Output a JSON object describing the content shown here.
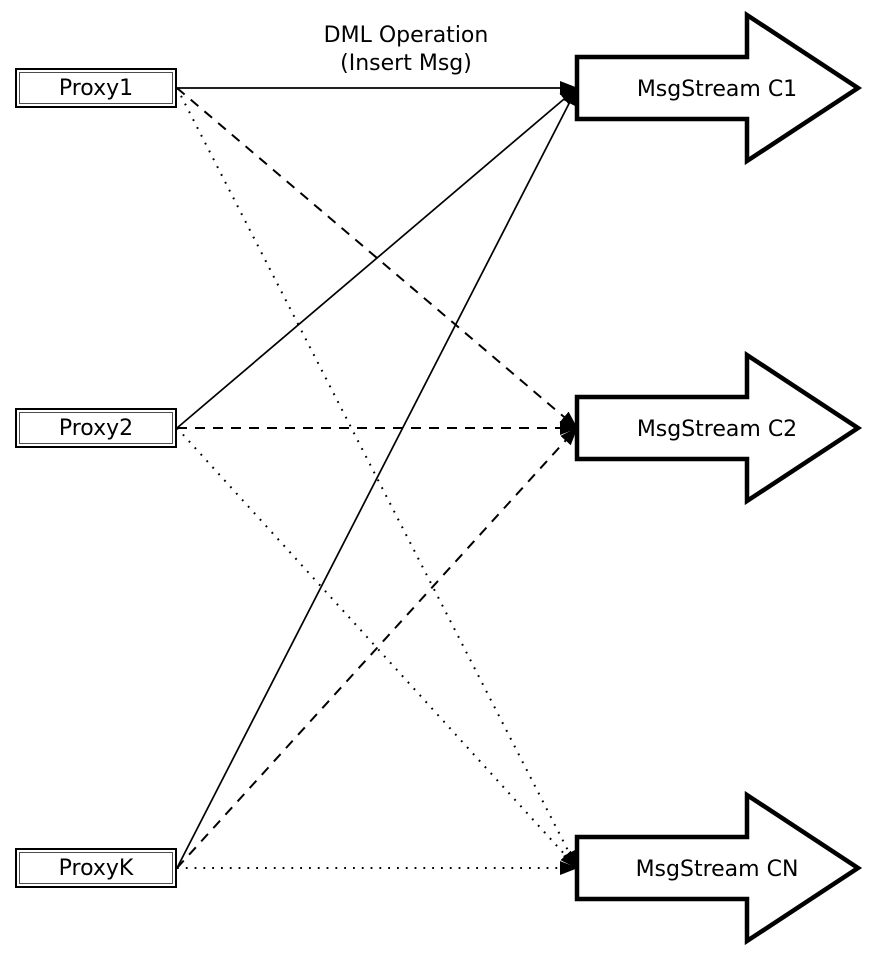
{
  "edge_label": {
    "line1": "DML Operation",
    "line2": "(Insert Msg)"
  },
  "proxies": [
    {
      "id": "proxy1",
      "label": "Proxy1"
    },
    {
      "id": "proxy2",
      "label": "Proxy2"
    },
    {
      "id": "proxyk",
      "label": "ProxyK"
    }
  ],
  "streams": [
    {
      "id": "c1",
      "label": "MsgStream C1",
      "incoming_line_style": "solid"
    },
    {
      "id": "c2",
      "label": "MsgStream C2",
      "incoming_line_style": "dashed"
    },
    {
      "id": "cn",
      "label": "MsgStream CN",
      "incoming_line_style": "dotted"
    }
  ],
  "connections": [
    {
      "from": "proxy1",
      "to": "c1",
      "style": "solid"
    },
    {
      "from": "proxy1",
      "to": "c2",
      "style": "dashed"
    },
    {
      "from": "proxy1",
      "to": "cn",
      "style": "dotted"
    },
    {
      "from": "proxy2",
      "to": "c1",
      "style": "solid"
    },
    {
      "from": "proxy2",
      "to": "c2",
      "style": "dashed"
    },
    {
      "from": "proxy2",
      "to": "cn",
      "style": "dotted"
    },
    {
      "from": "proxyk",
      "to": "c1",
      "style": "solid"
    },
    {
      "from": "proxyk",
      "to": "c2",
      "style": "dashed"
    },
    {
      "from": "proxyk",
      "to": "cn",
      "style": "dotted"
    }
  ],
  "colors": {
    "stroke": "#000000",
    "fill": "#ffffff"
  }
}
